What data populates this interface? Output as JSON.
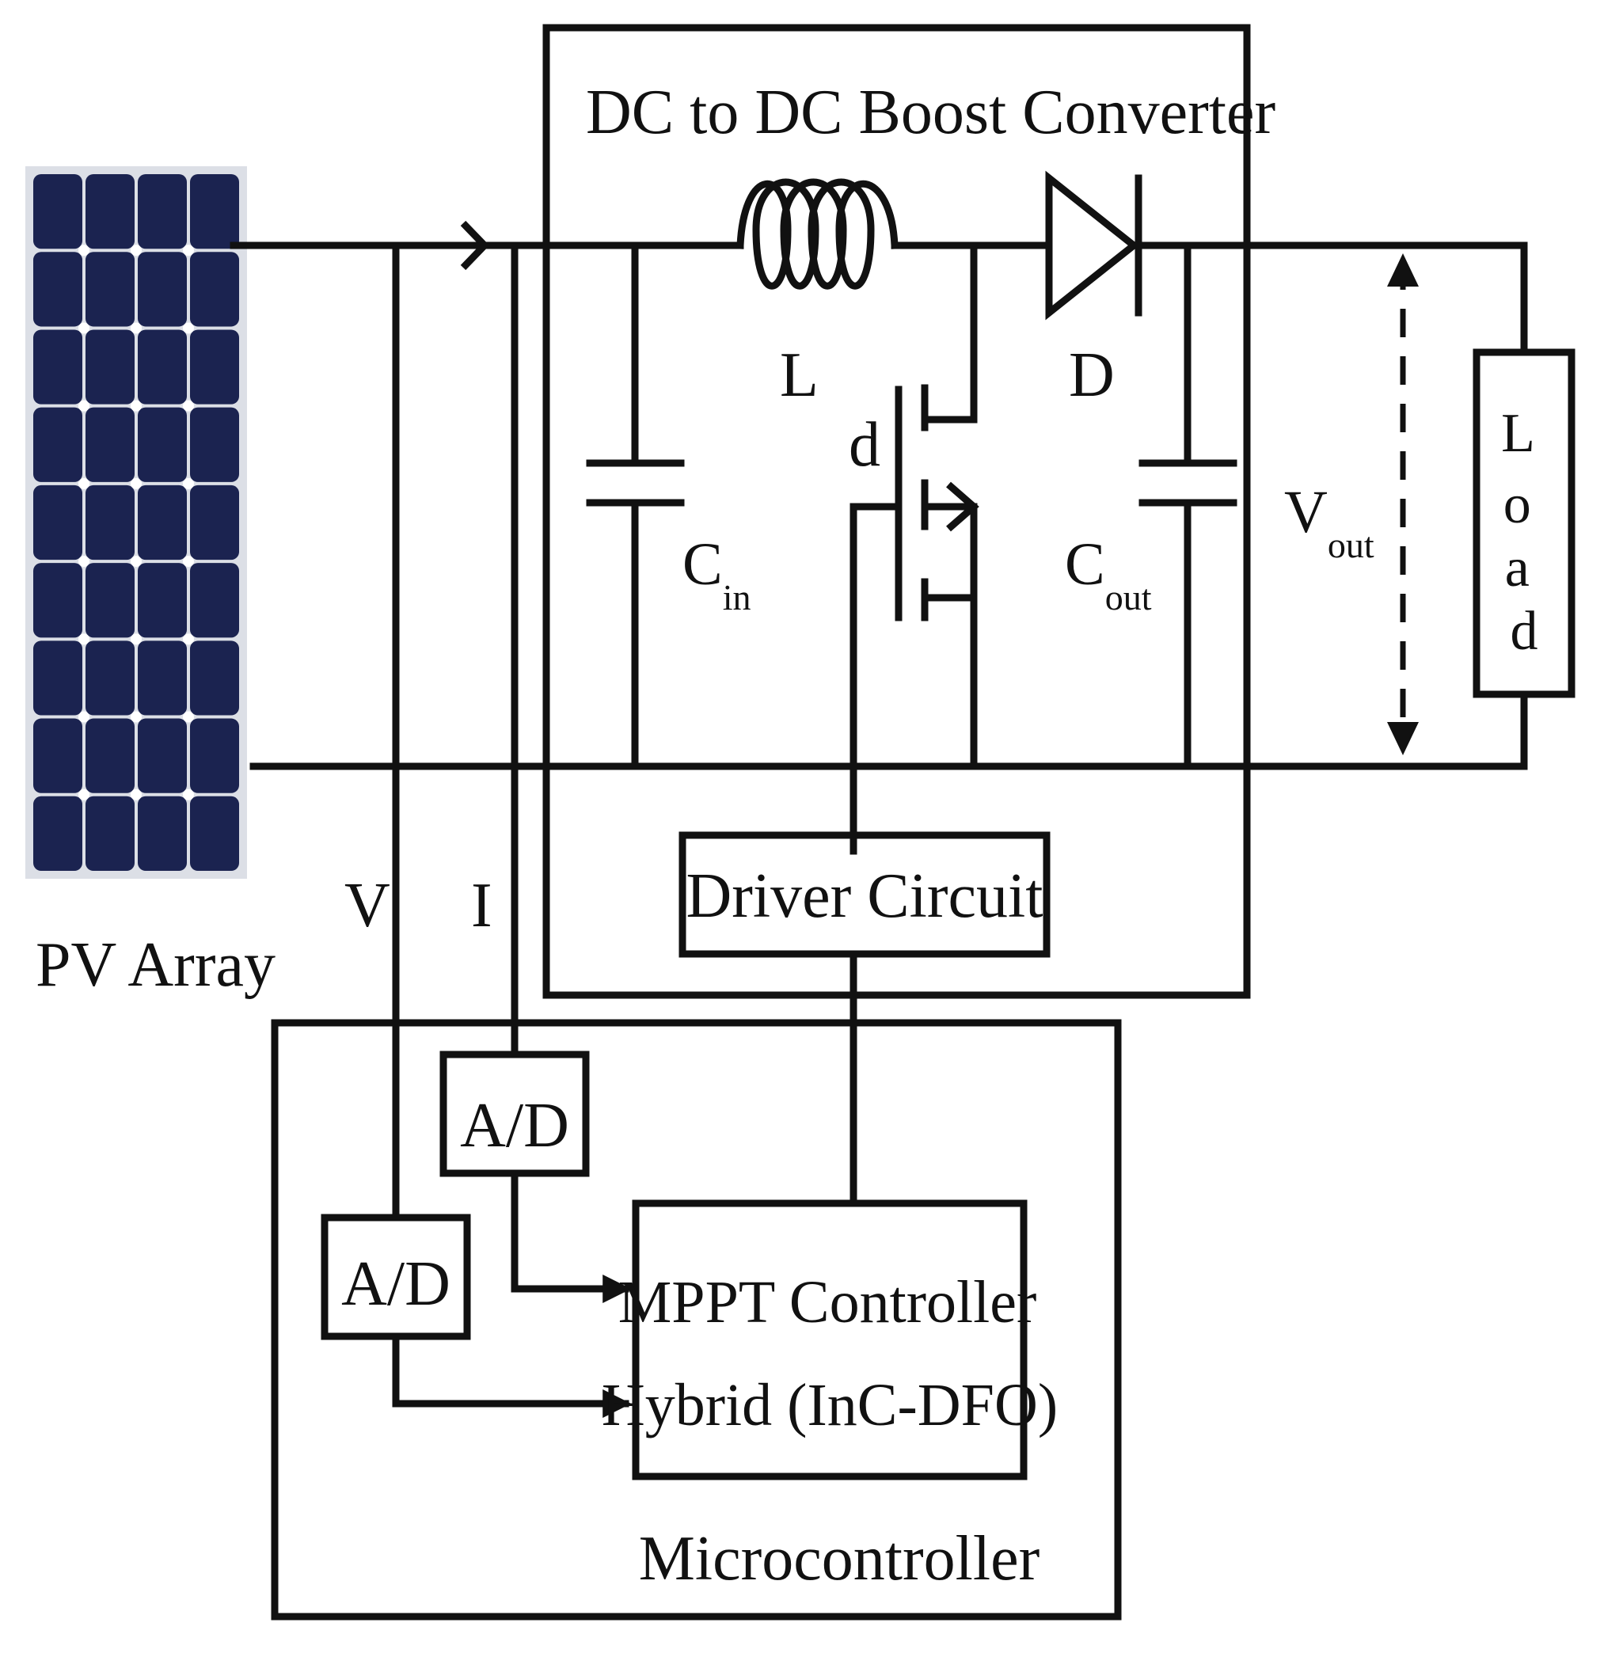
{
  "colors": {
    "line": "#111111",
    "panel_cell": "#1b2350",
    "panel_frame": "#dcdfe6",
    "panel_bus": "#ffffff"
  },
  "icons": {
    "pv_panel": "solar-panel-icon",
    "inductor": "inductor-icon",
    "diode": "diode-icon",
    "mosfet": "mosfet-icon",
    "capacitor": "capacitor-icon"
  },
  "labels": {
    "boost_converter": "DC to DC Boost Converter",
    "inductor": "L",
    "diode": "D",
    "gate": "d",
    "cin_main": "C",
    "cin_sub": "in",
    "cout_main": "C",
    "cout_sub": "out",
    "vout_main": "V",
    "vout_sub": "out",
    "load": [
      "L",
      "o",
      "a",
      "d"
    ],
    "pv_array": "PV Array",
    "voltage_sense": "V",
    "current_sense": "I",
    "driver_circuit": "Driver Circuit",
    "adc_current": "A/D",
    "adc_voltage": "A/D",
    "mppt_line1": "MPPT Controller",
    "mppt_line2": "Hybrid (InC-DFO)",
    "microcontroller": "Microcontroller"
  }
}
